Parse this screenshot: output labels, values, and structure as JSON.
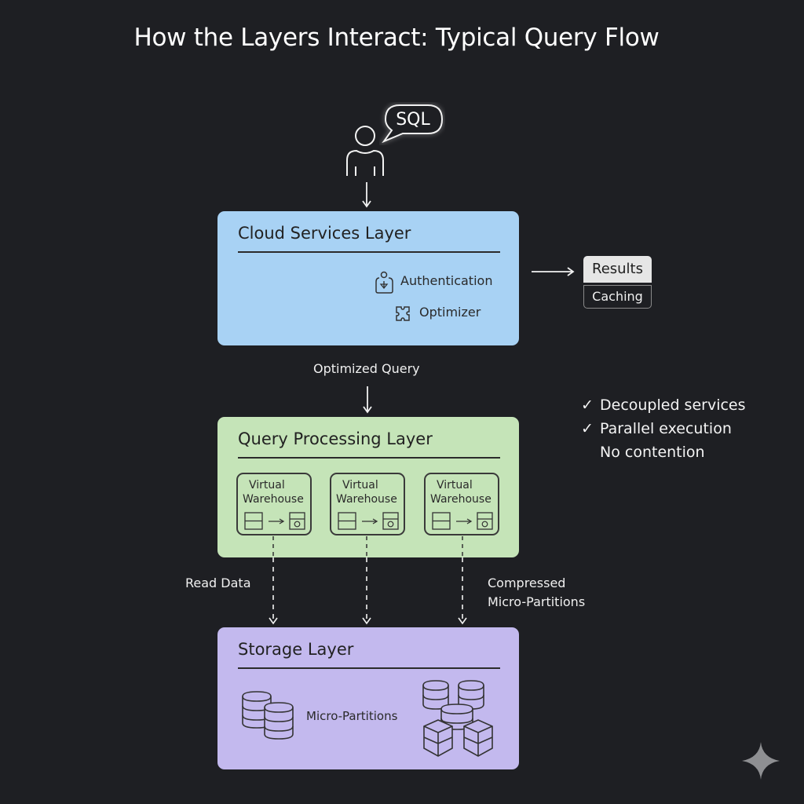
{
  "title": "How the Layers Interact: Typical Query Flow",
  "user": {
    "icon": "user-icon",
    "bubble_text": "SQL"
  },
  "cloud_services": {
    "title": "Cloud Services Layer",
    "color": "#a8d2f4",
    "services": [
      {
        "icon": "lock-icon",
        "label": "Authentication"
      },
      {
        "icon": "puzzle-icon",
        "label": "Optimizer"
      }
    ]
  },
  "results_cache": {
    "top_label": "Results",
    "bottom_label": "Caching"
  },
  "optimized_query_label": "Optimized Query",
  "query_processing": {
    "title": "Query Processing Layer",
    "color": "#c5e4b8",
    "warehouses": [
      {
        "line1": "Virtual",
        "line2": "Warehouse"
      },
      {
        "line1": "Virtual",
        "line2": "Warehouse"
      },
      {
        "line1": "Virtual",
        "line2": "Warehouse"
      }
    ]
  },
  "benefits": [
    {
      "checked": true,
      "label": "Decoupled services"
    },
    {
      "checked": true,
      "label": "Parallel execution"
    },
    {
      "checked": false,
      "label": "No contention"
    }
  ],
  "read_data_label": "Read Data",
  "compressed_label_line1": "Compressed",
  "compressed_label_line2": "Micro-Partitions",
  "storage": {
    "title": "Storage Layer",
    "color": "#c3b9ee",
    "label": "Micro-Partitions"
  },
  "watermark_icon": "sparkle-icon"
}
